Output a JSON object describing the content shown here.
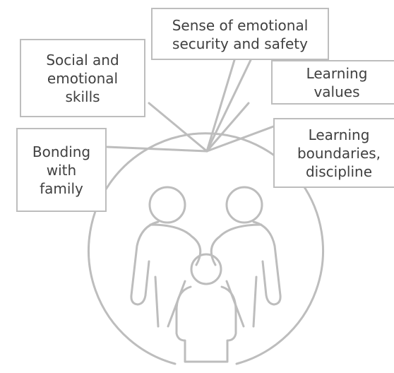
{
  "labels": {
    "security": "Sense of emotional\nsecurity and safety",
    "social": "Social and\nemotional\nskills",
    "values": "Learning\nvalues",
    "boundaries": "Learning\nboundaries,\ndiscipline",
    "bonding": "Bonding\nwith\nfamily"
  },
  "colors": {
    "stroke": "#bdbdbd",
    "text": "#404040",
    "background": "#ffffff"
  },
  "icons": {
    "family": "family-icon"
  }
}
